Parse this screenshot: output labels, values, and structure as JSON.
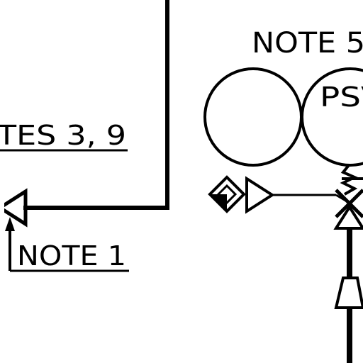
{
  "drawing": {
    "labels": {
      "notes_3_9": "TES 3, 9",
      "note_1": "NOTE 1",
      "note_5": "NOTE 5",
      "psv": "PSV"
    },
    "colors": {
      "ink": "#000000",
      "paper": "#ffffff"
    }
  }
}
